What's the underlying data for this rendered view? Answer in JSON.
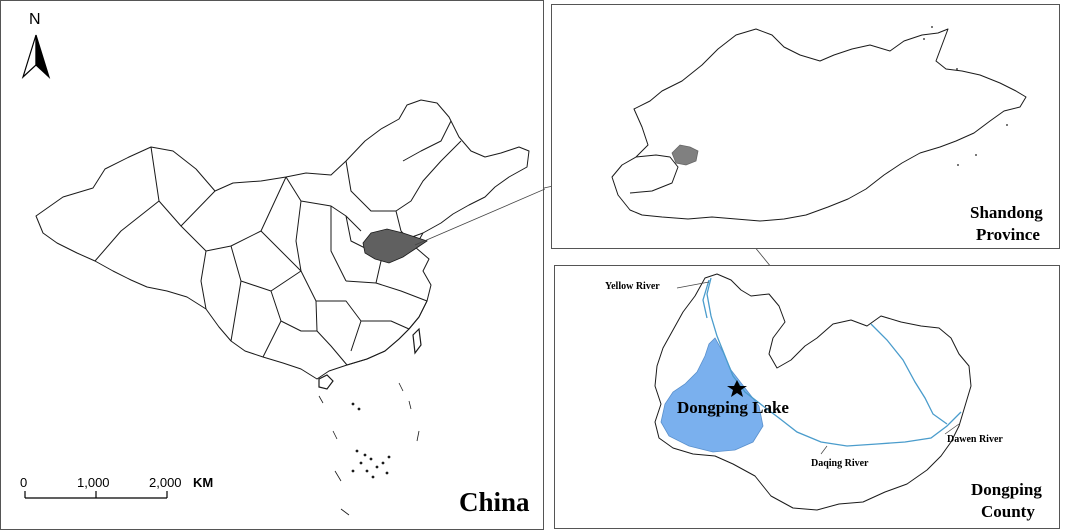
{
  "north_arrow": {
    "letter": "N"
  },
  "china_panel": {
    "title": "China",
    "scale_bar": {
      "ticks": [
        "0",
        "1,000",
        "2,000"
      ],
      "unit": "KM"
    }
  },
  "shandong_panel": {
    "title_line1": "Shandong",
    "title_line2": "Province"
  },
  "county_panel": {
    "title_line1": "Dongping",
    "title_line2": "County",
    "lake_label": "Dongping Lake",
    "rivers": {
      "yellow": "Yellow River",
      "daqing": "Daqing River",
      "dawen": "Dawen River"
    }
  },
  "colors": {
    "highlight_region": "#606060",
    "lake_fill": "#7ab0ee",
    "river": "#4a9ccc",
    "border": "#1a1a1a"
  }
}
